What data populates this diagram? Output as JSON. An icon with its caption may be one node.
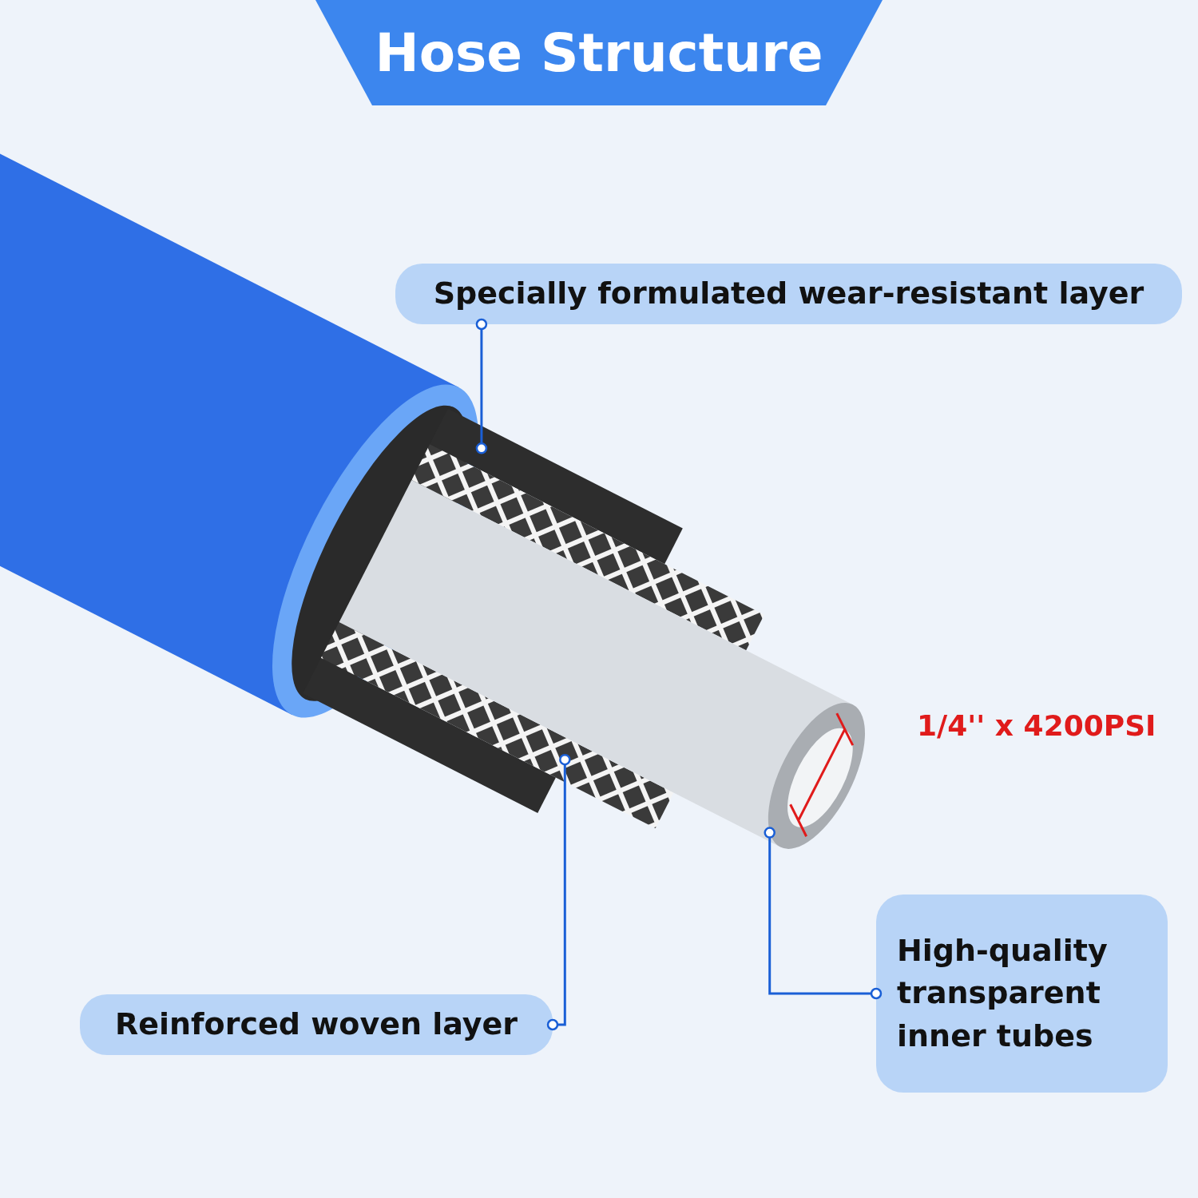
{
  "diagram": {
    "title": "Hose Structure",
    "nodes": [
      {
        "text": [
          "Specially formulated wear-resistant layer"
        ]
      },
      {
        "text": [],
        "shape": "picture"
      },
      {
        "text": [
          "Reinforced woven layer"
        ]
      },
      {
        "text": [],
        "shape": "picture"
      },
      {
        "text": [
          "High-quality transparent inner tubes"
        ]
      },
      {
        "text": [],
        "shape": "picture"
      }
    ],
    "edges": [
      {
        "from": 0,
        "to": 1,
        "arrow": "other"
      },
      {
        "from": 2,
        "to": 3,
        "arrow": "other"
      },
      {
        "from": 4,
        "to": 5,
        "arrow": "other"
      }
    ],
    "labels": [
      "1/4'' x 4200PSI"
    ]
  }
}
